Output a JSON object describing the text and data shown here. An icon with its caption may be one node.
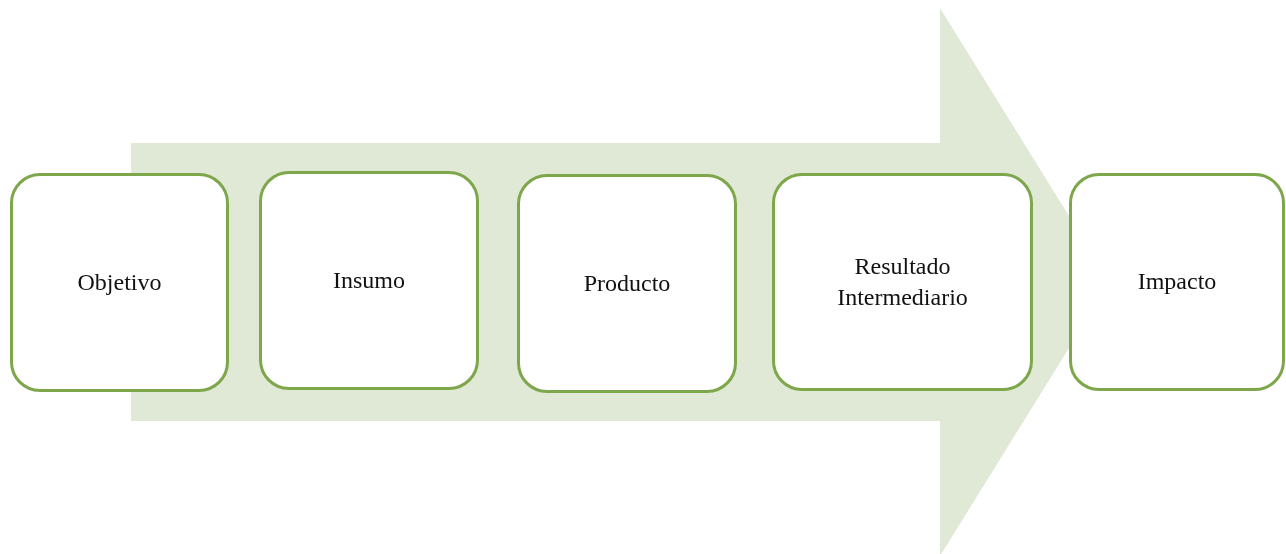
{
  "diagram": {
    "nodes": [
      {
        "text": [
          "Objetivo"
        ]
      },
      {
        "text": [
          "Insumo"
        ]
      },
      {
        "text": [
          "Producto"
        ]
      },
      {
        "text": [
          "Resultado Intermediario"
        ]
      },
      {
        "text": [
          "Impacto"
        ]
      }
    ],
    "edges": [
      {
        "from": 0,
        "to": 4,
        "arrow": "to"
      }
    ]
  }
}
